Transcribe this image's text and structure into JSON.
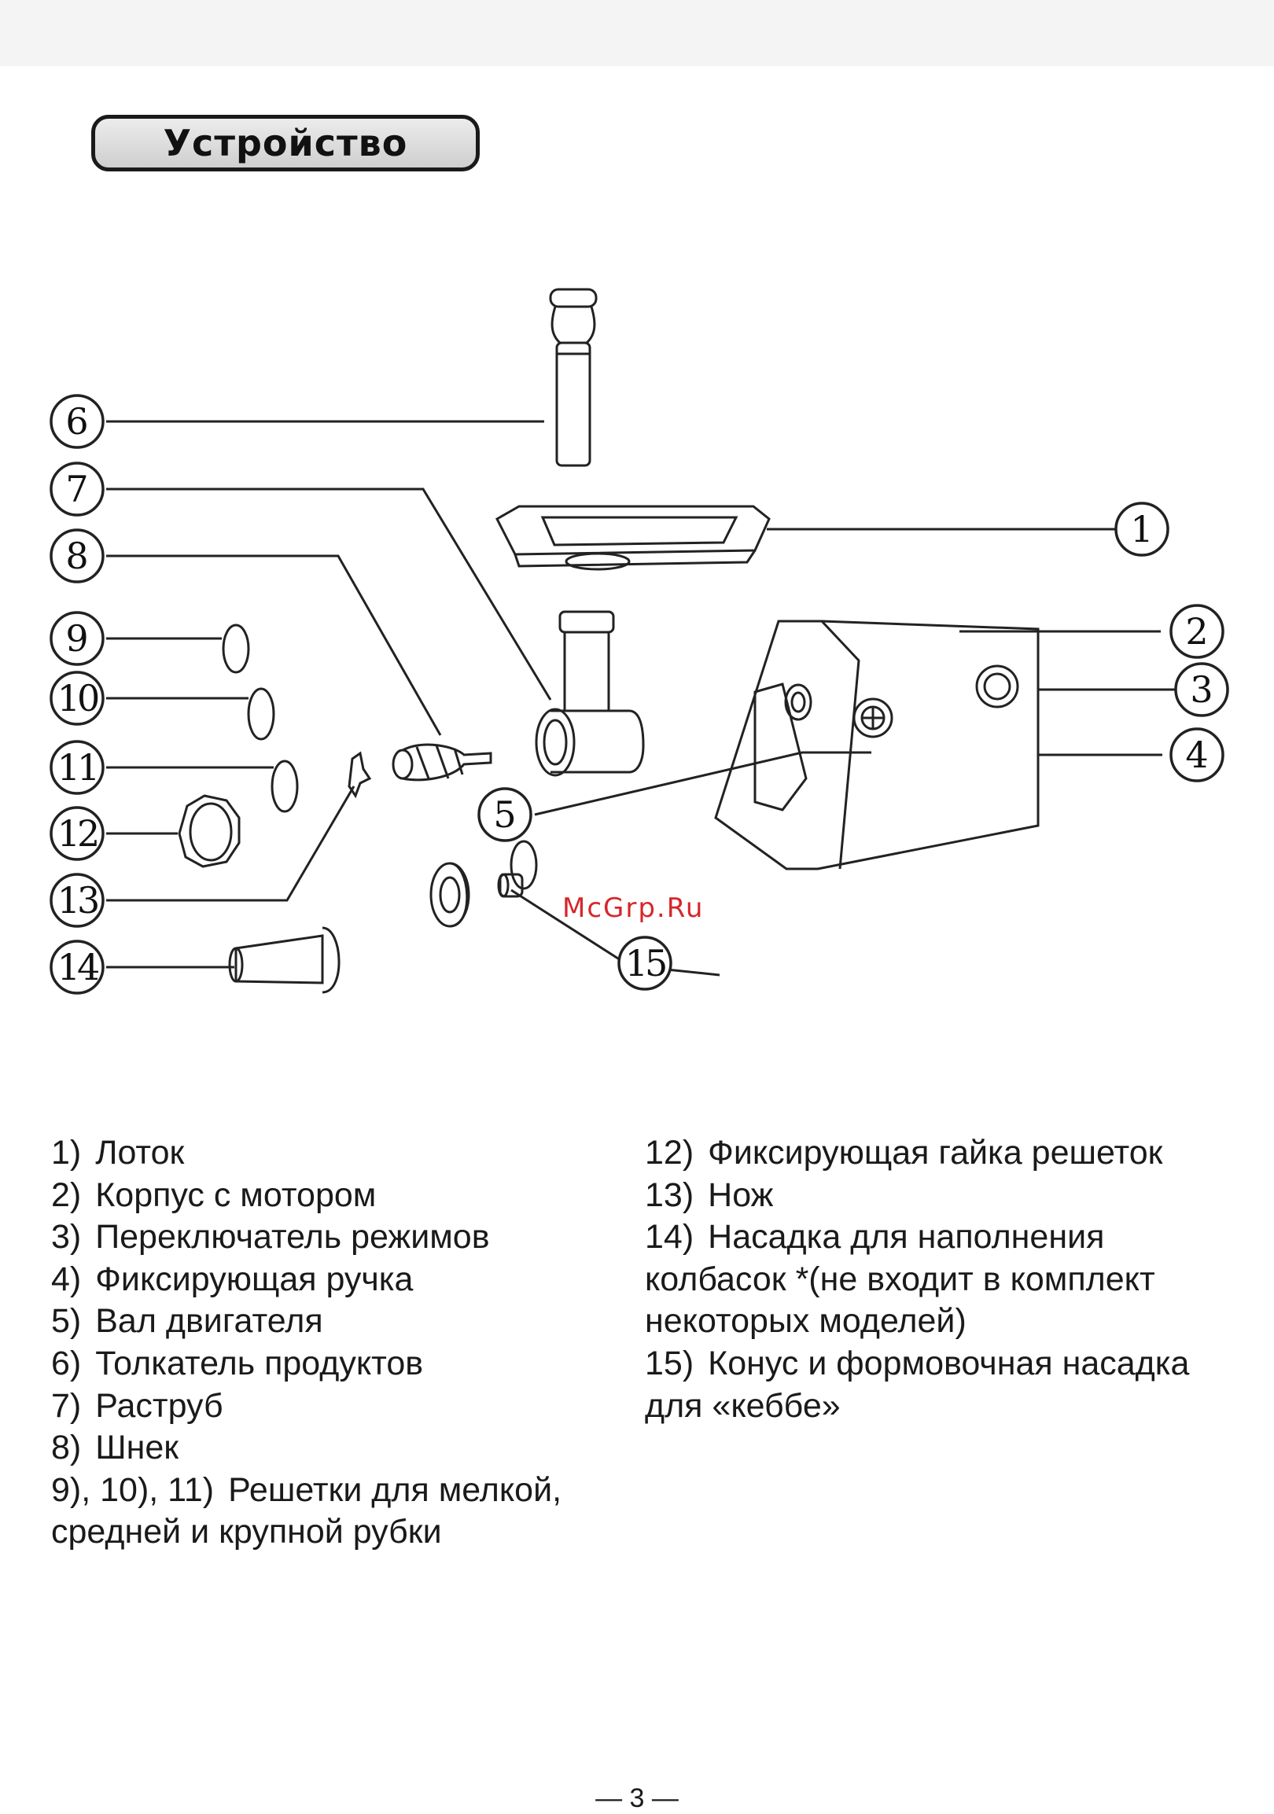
{
  "section_title": "Устройство",
  "watermark": "McGrp.Ru",
  "callouts": [
    "1",
    "2",
    "3",
    "4",
    "5",
    "6",
    "7",
    "8",
    "9",
    "10",
    "11",
    "12",
    "13",
    "14",
    "15"
  ],
  "legend_left": [
    {
      "num": "1)",
      "text": "Лоток"
    },
    {
      "num": "2)",
      "text": "Корпус с мотором"
    },
    {
      "num": "3)",
      "text": "Переключатель режимов"
    },
    {
      "num": "4)",
      "text": "Фиксирующая ручка"
    },
    {
      "num": "5)",
      "text": "Вал двигателя"
    },
    {
      "num": "6)",
      "text": "Толкатель продуктов"
    },
    {
      "num": "7)",
      "text": "Раструб"
    },
    {
      "num": "8)",
      "text": "Шнек"
    },
    {
      "num": "9), 10), 11)",
      "text": "Решетки для мелкой, средней и крупной рубки"
    }
  ],
  "legend_right": [
    {
      "num": "12)",
      "text": "Фиксирующая гайка решеток"
    },
    {
      "num": "13)",
      "text": "Нож"
    },
    {
      "num": "14)",
      "text": "Насадка для наполнения колбасок *(не входит в комплект некоторых моделей)"
    },
    {
      "num": "15)",
      "text": "Конус и формовочная насадка для «кеббе»"
    }
  ],
  "page_number": "— 3 —"
}
